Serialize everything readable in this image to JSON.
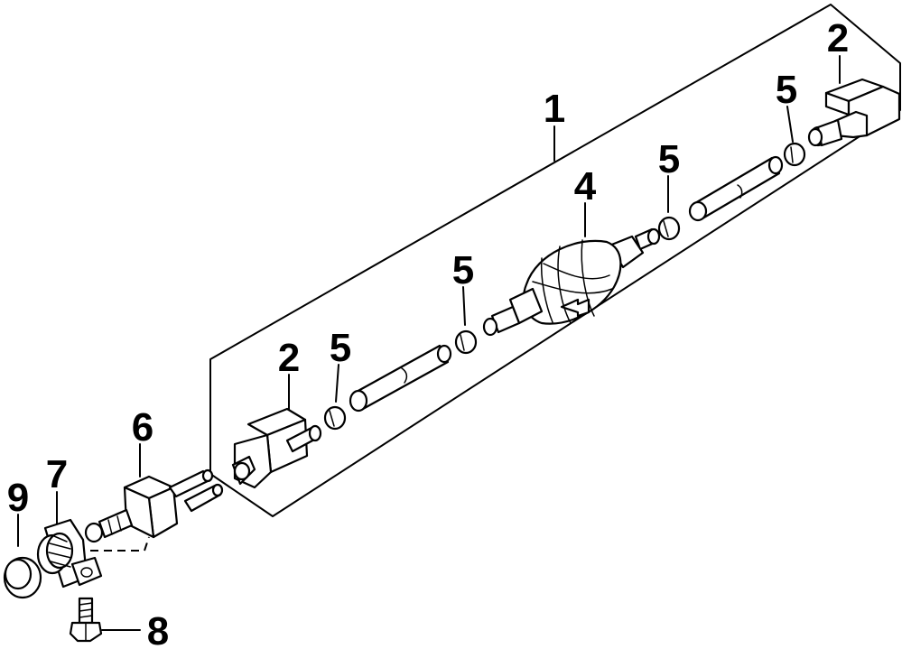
{
  "callouts": [
    {
      "id": "c1",
      "label": "1"
    },
    {
      "id": "c2a",
      "label": "2"
    },
    {
      "id": "c2b",
      "label": "2"
    },
    {
      "id": "c4",
      "label": "4"
    },
    {
      "id": "c5a",
      "label": "5"
    },
    {
      "id": "c5b",
      "label": "5"
    },
    {
      "id": "c5c",
      "label": "5"
    },
    {
      "id": "c5d",
      "label": "5"
    },
    {
      "id": "c6",
      "label": "6"
    },
    {
      "id": "c7",
      "label": "7"
    },
    {
      "id": "c8",
      "label": "8"
    },
    {
      "id": "c9",
      "label": "9"
    }
  ]
}
